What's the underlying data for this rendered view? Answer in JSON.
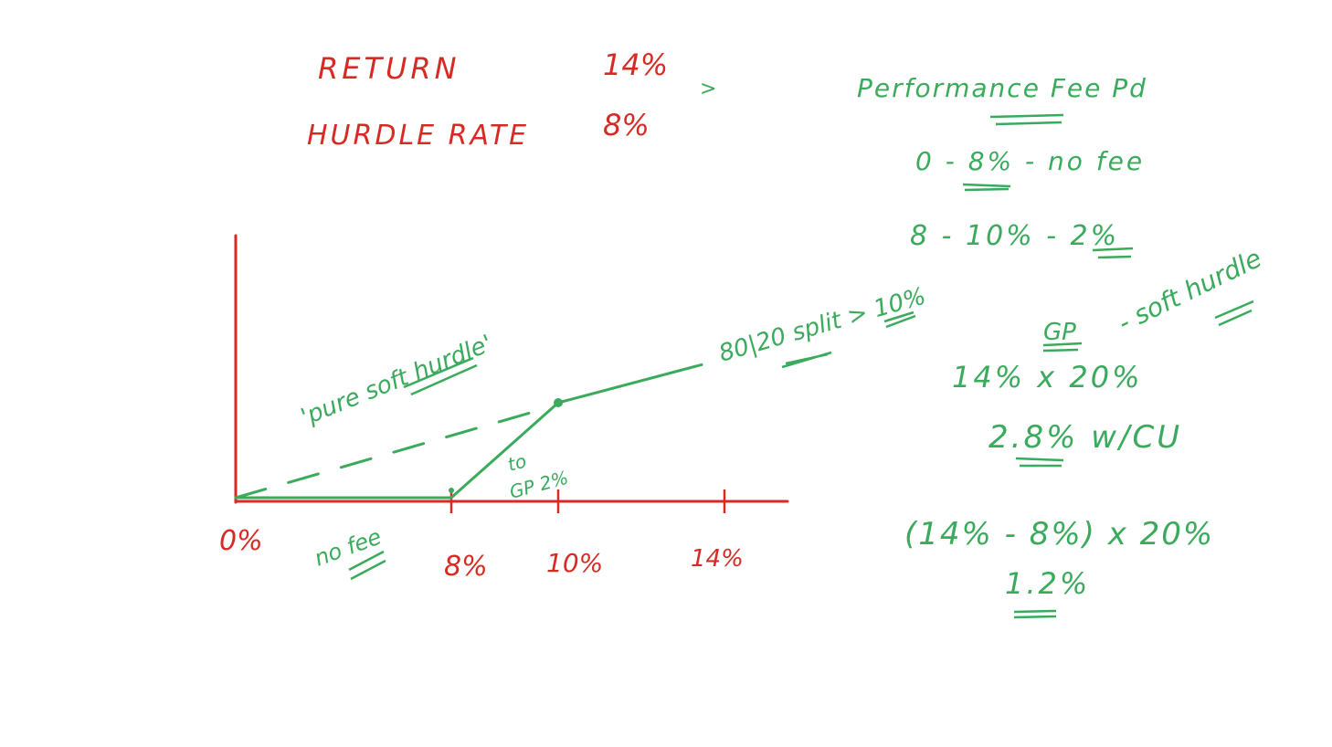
{
  "colors": {
    "red_ink": "#d62b25",
    "green_ink": "#3aaa5c",
    "background": "#ffffff"
  },
  "header": {
    "return_label": "RETURN",
    "return_value": "14%",
    "hurdle_label": "HURDLE RATE",
    "hurdle_value": "8%",
    "arrow": ">"
  },
  "graph": {
    "x_ticks": [
      "0%",
      "8%",
      "10%",
      "14%"
    ],
    "no_fee_note": "no fee",
    "pure_soft_hurdle_note": "'pure soft hurdle'",
    "gp_catchup_note_line1": "to",
    "gp_catchup_note_line2": "GP 2%",
    "split_note": "80|20 split > 10%"
  },
  "chart_data": {
    "type": "line",
    "title": "",
    "xlabel": "",
    "ylabel": "",
    "x_ticks": [
      "0%",
      "8%",
      "10%",
      "14%"
    ],
    "series": [
      {
        "name": "",
        "style": "solid",
        "x": [
          0,
          8,
          10,
          14
        ],
        "y": [
          0,
          0,
          2,
          2.8
        ]
      },
      {
        "name": "",
        "style": "dashed",
        "x": [
          0,
          10
        ],
        "y": [
          0,
          2
        ]
      }
    ],
    "annotations": [
      "no fee",
      "'pure soft hurdle'",
      "to GP 2%",
      "80|20 split > 10%"
    ]
  },
  "notes": {
    "title": "Performance Fee Pd",
    "line1": "0 - 8% - no fee",
    "line2": "8 - 10% - 2%",
    "gp_label": "GP",
    "soft_hurdle": "- soft hurdle",
    "calc1": "14% x 20%",
    "calc1_result": "2.8% w/CU",
    "calc2": "(14% - 8%) x 20%",
    "calc2_result": "1.2%"
  }
}
